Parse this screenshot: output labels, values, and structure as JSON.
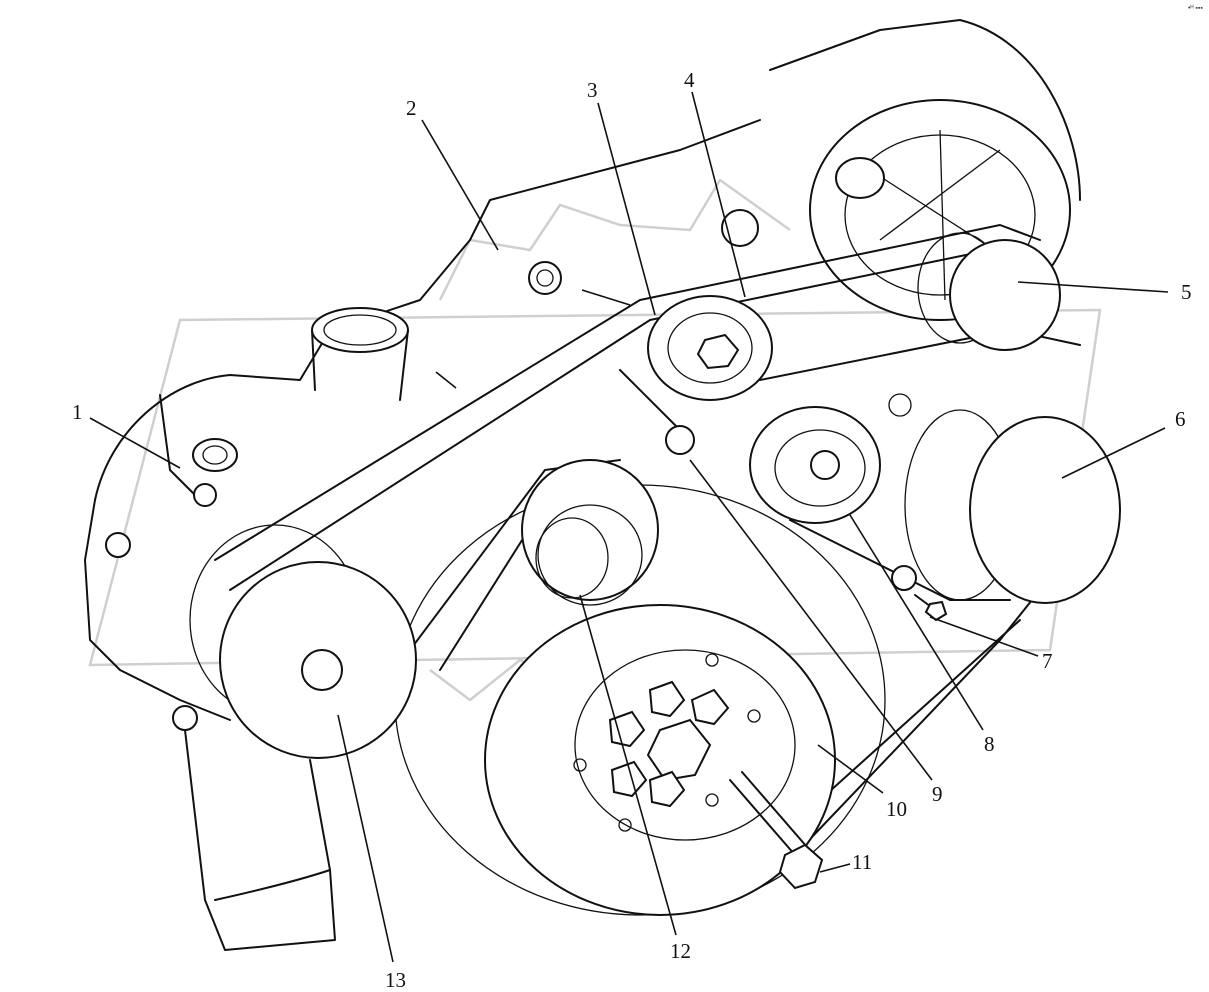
{
  "diagram": {
    "corner_mark": "•ᴴ ▪▪▪",
    "callouts": [
      {
        "id": "1",
        "label": "1"
      },
      {
        "id": "2",
        "label": "2"
      },
      {
        "id": "3",
        "label": "3"
      },
      {
        "id": "4",
        "label": "4"
      },
      {
        "id": "5",
        "label": "5"
      },
      {
        "id": "6",
        "label": "6"
      },
      {
        "id": "7",
        "label": "7"
      },
      {
        "id": "8",
        "label": "8"
      },
      {
        "id": "9",
        "label": "9"
      },
      {
        "id": "10",
        "label": "10"
      },
      {
        "id": "11",
        "label": "11"
      },
      {
        "id": "12",
        "label": "12"
      },
      {
        "id": "13",
        "label": "13"
      }
    ]
  }
}
